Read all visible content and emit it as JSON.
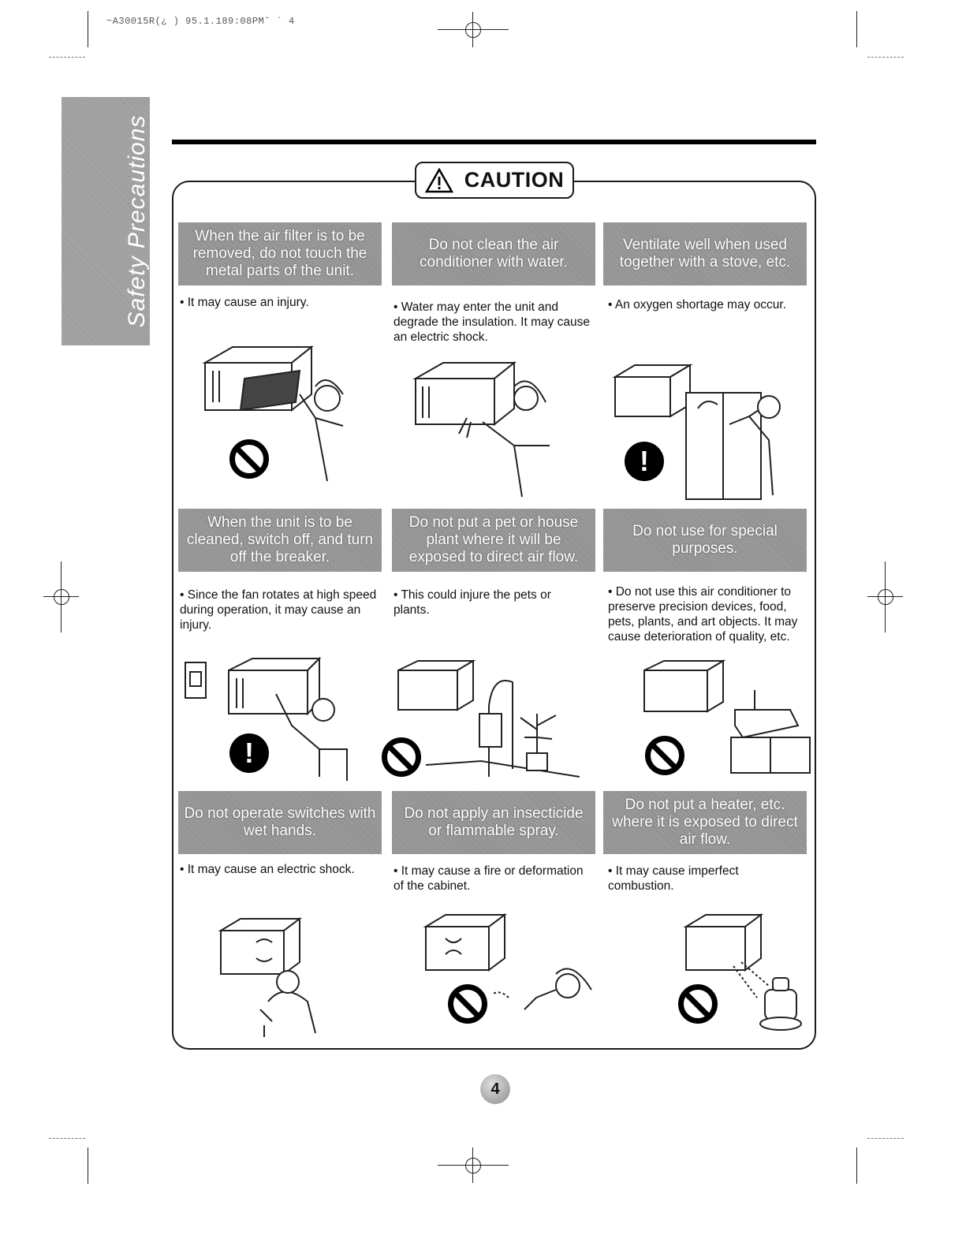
{
  "print_header": "~A30015R(¿  ) 95.1.189:08PM˘  `  4",
  "side_tab": "Safety Precautions",
  "caution": {
    "label": "CAUTION",
    "icon": "warning-triangle-icon"
  },
  "items": [
    {
      "title": "When the air filter is to be removed, do not touch the metal parts of the unit.",
      "desc": "• It may cause an injury.",
      "symbol": "prohibition-icon"
    },
    {
      "title": "Do not clean the air conditioner with water.",
      "desc": "• Water may enter the unit and degrade the insulation. It may cause an electric shock.",
      "symbol": "none"
    },
    {
      "title": "Ventilate well when used together with a stove, etc.",
      "desc": "• An oxygen shortage may occur.",
      "symbol": "mandatory-icon"
    },
    {
      "title": "When the unit is to be cleaned, switch off, and turn off the breaker.",
      "desc": "• Since the fan rotates at high speed during operation, it may cause an injury.",
      "symbol": "mandatory-icon"
    },
    {
      "title": "Do not put a pet or house plant where it will be exposed to direct air flow.",
      "desc": "• This could injure the pets or plants.",
      "symbol": "prohibition-icon"
    },
    {
      "title": "Do not use for special purposes.",
      "desc": "• Do not use this air conditioner to preserve precision devices, food, pets, plants, and art objects. It may cause deterioration of quality, etc.",
      "symbol": "prohibition-icon"
    },
    {
      "title": "Do not operate switches with wet hands.",
      "desc": "• It may cause an electric shock.",
      "symbol": "none"
    },
    {
      "title": "Do not apply an insecticide or flammable spray.",
      "desc": "• It may cause a fire or deformation of the cabinet.",
      "symbol": "prohibition-icon"
    },
    {
      "title": "Do not put a heater, etc. where it is exposed to direct air flow.",
      "desc": "• It may cause imperfect combustion.",
      "symbol": "prohibition-icon"
    }
  ],
  "page_number": "4",
  "colors": {
    "banner": "#8f8f8f",
    "text": "#111111",
    "rule": "#000000"
  }
}
